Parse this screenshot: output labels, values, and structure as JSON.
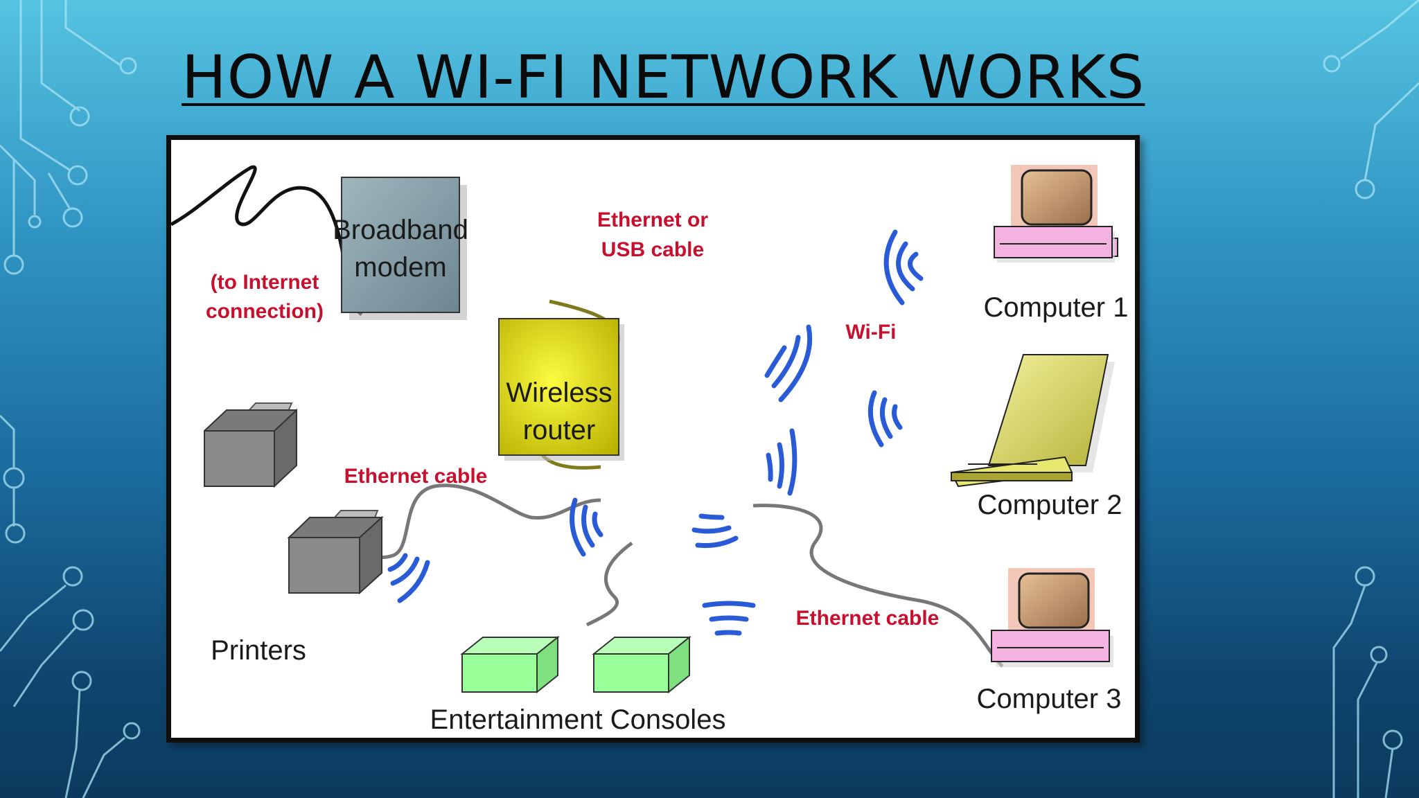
{
  "slide": {
    "title": "HOW A WI-FI NETWORK WORKS"
  },
  "diagram": {
    "internet_label": [
      "(to Internet",
      "connection)"
    ],
    "modem_label": [
      "Broadband",
      "modem"
    ],
    "ethernet_usb_label": [
      "Ethernet or",
      "USB cable"
    ],
    "router_label": [
      "Wireless",
      "router"
    ],
    "wifi_label": "Wi-Fi",
    "ethernet_cable_left": "Ethernet cable",
    "ethernet_cable_right": "Ethernet cable",
    "printers_label": "Printers",
    "consoles_label": "Entertainment Consoles",
    "computer1_label": "Computer 1",
    "computer2_label": "Computer 2",
    "computer3_label": "Computer 3"
  },
  "colors": {
    "background_top": "#56c3e1",
    "background_bottom": "#0c3a5e",
    "label_red": "#c8102e",
    "wifi_blue": "#2a5bd7",
    "router_yellow": "#e8e600",
    "console_green": "#99ff99",
    "computer_pink": "#f3b2e0"
  }
}
